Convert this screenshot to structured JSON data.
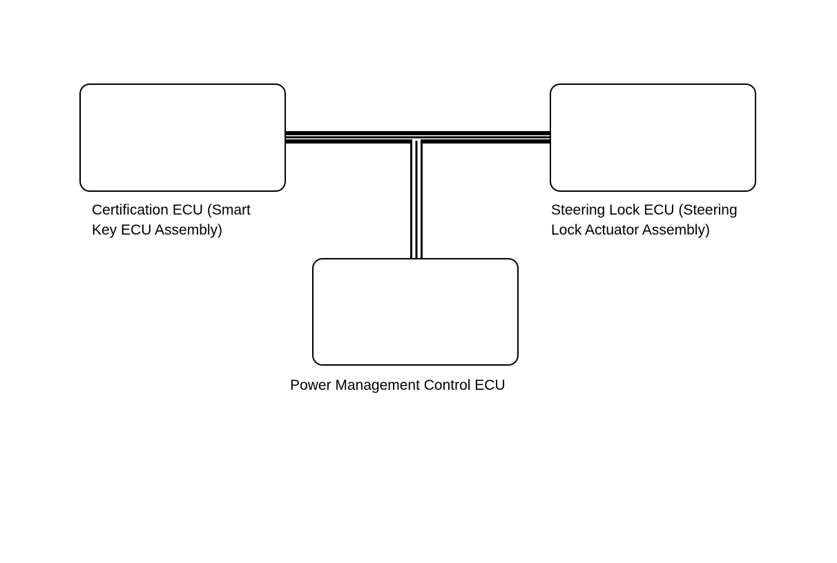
{
  "diagram": {
    "nodes": {
      "certification_ecu": {
        "label_line1": "Certification ECU (Smart",
        "label_line2": "Key ECU Assembly)"
      },
      "steering_lock_ecu": {
        "label_line1": "Steering Lock ECU (Steering",
        "label_line2": "Lock Actuator Assembly)"
      },
      "power_management_ecu": {
        "label_line1": "Power Management Control ECU"
      }
    },
    "connections": [
      {
        "from": "certification_ecu",
        "to": "steering_lock_ecu"
      },
      {
        "from": "certification_ecu",
        "to": "power_management_ecu"
      },
      {
        "from": "steering_lock_ecu",
        "to": "power_management_ecu"
      }
    ],
    "colors": {
      "line": "#000000",
      "background": "#ffffff"
    }
  }
}
